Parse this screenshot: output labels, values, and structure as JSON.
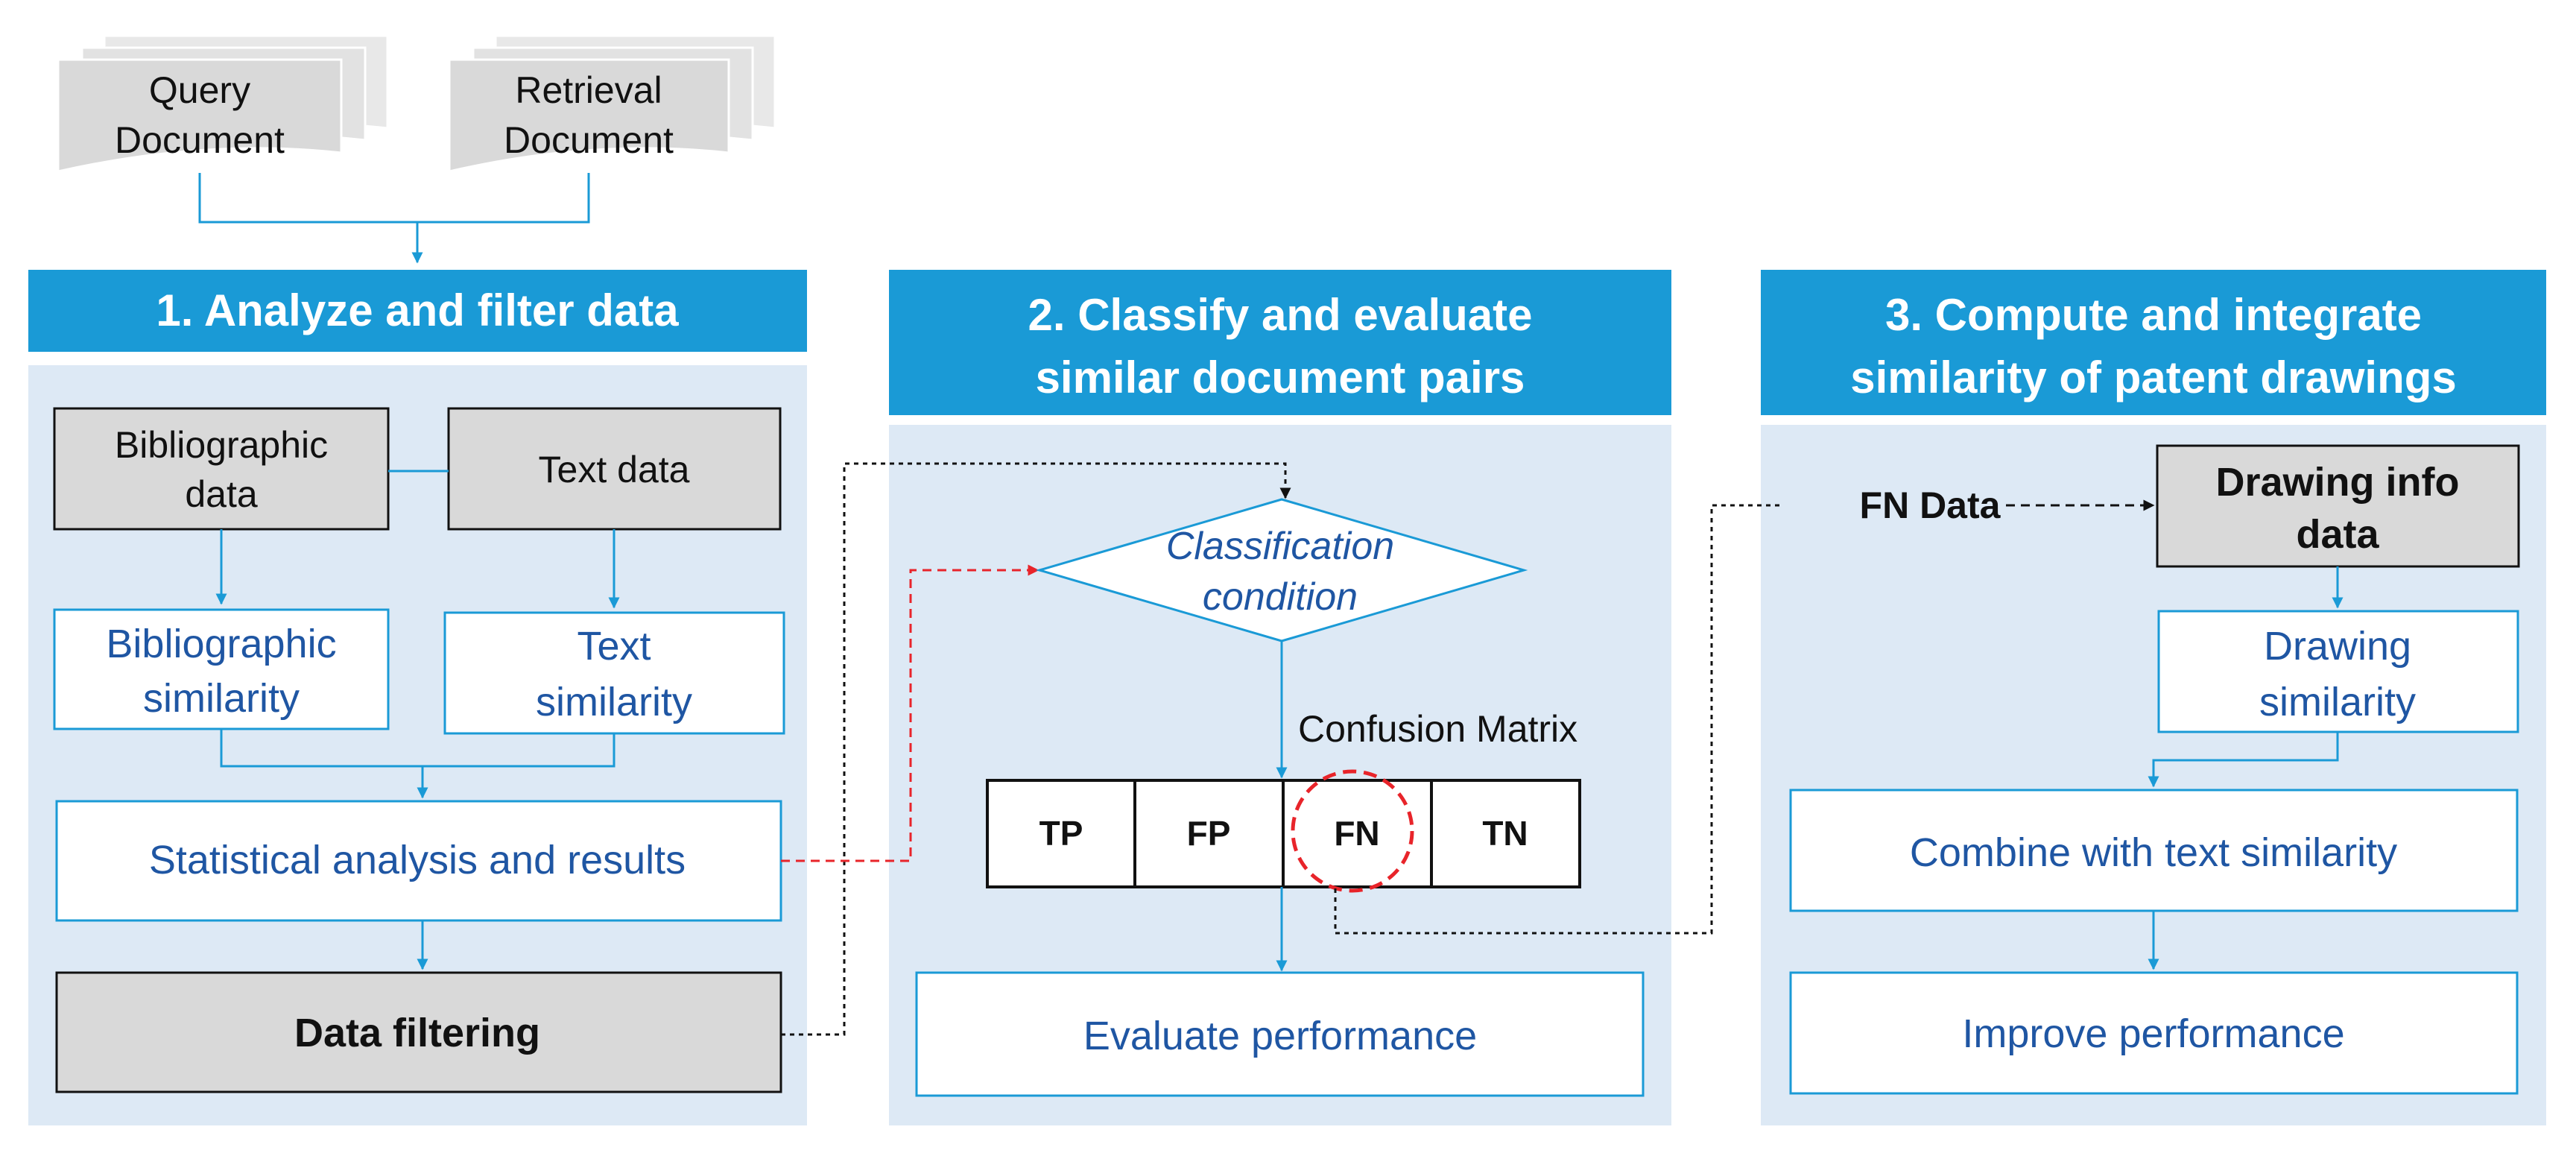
{
  "documents": {
    "query": [
      "Query",
      "Document"
    ],
    "retrieval": [
      "Retrieval",
      "Document"
    ]
  },
  "stages": [
    {
      "header": [
        "1. Analyze and filter data"
      ],
      "bibliographic_data": [
        "Bibliographic",
        "data"
      ],
      "text_data": "Text data",
      "bibliographic_similarity": [
        "Bibliographic",
        "similarity"
      ],
      "text_similarity": [
        "Text",
        "similarity"
      ],
      "statistical_analysis": "Statistical analysis and results",
      "data_filtering": "Data filtering"
    },
    {
      "header": [
        "2. Classify and evaluate",
        "similar document pairs"
      ],
      "classification_condition": [
        "Classification",
        "condition"
      ],
      "confusion_matrix_title": "Confusion Matrix",
      "confusion_matrix": [
        "TP",
        "FP",
        "FN",
        "TN"
      ],
      "evaluate_performance": "Evaluate performance"
    },
    {
      "header": [
        "3. Compute and integrate",
        "similarity of patent drawings"
      ],
      "fn_data": "FN Data",
      "drawing_info_data": [
        "Drawing info",
        "data"
      ],
      "drawing_similarity": [
        "Drawing",
        "similarity"
      ],
      "combine": "Combine with text similarity",
      "improve_performance": "Improve performance"
    }
  ],
  "colors": {
    "header_blue": "#1a9ad6",
    "panel_light_blue": "#dde9f5",
    "box_grey": "#d9d9d9",
    "blue_text": "#1f56a3",
    "connector_blue": "#1a9ad6",
    "highlight_red": "#e8242a"
  }
}
